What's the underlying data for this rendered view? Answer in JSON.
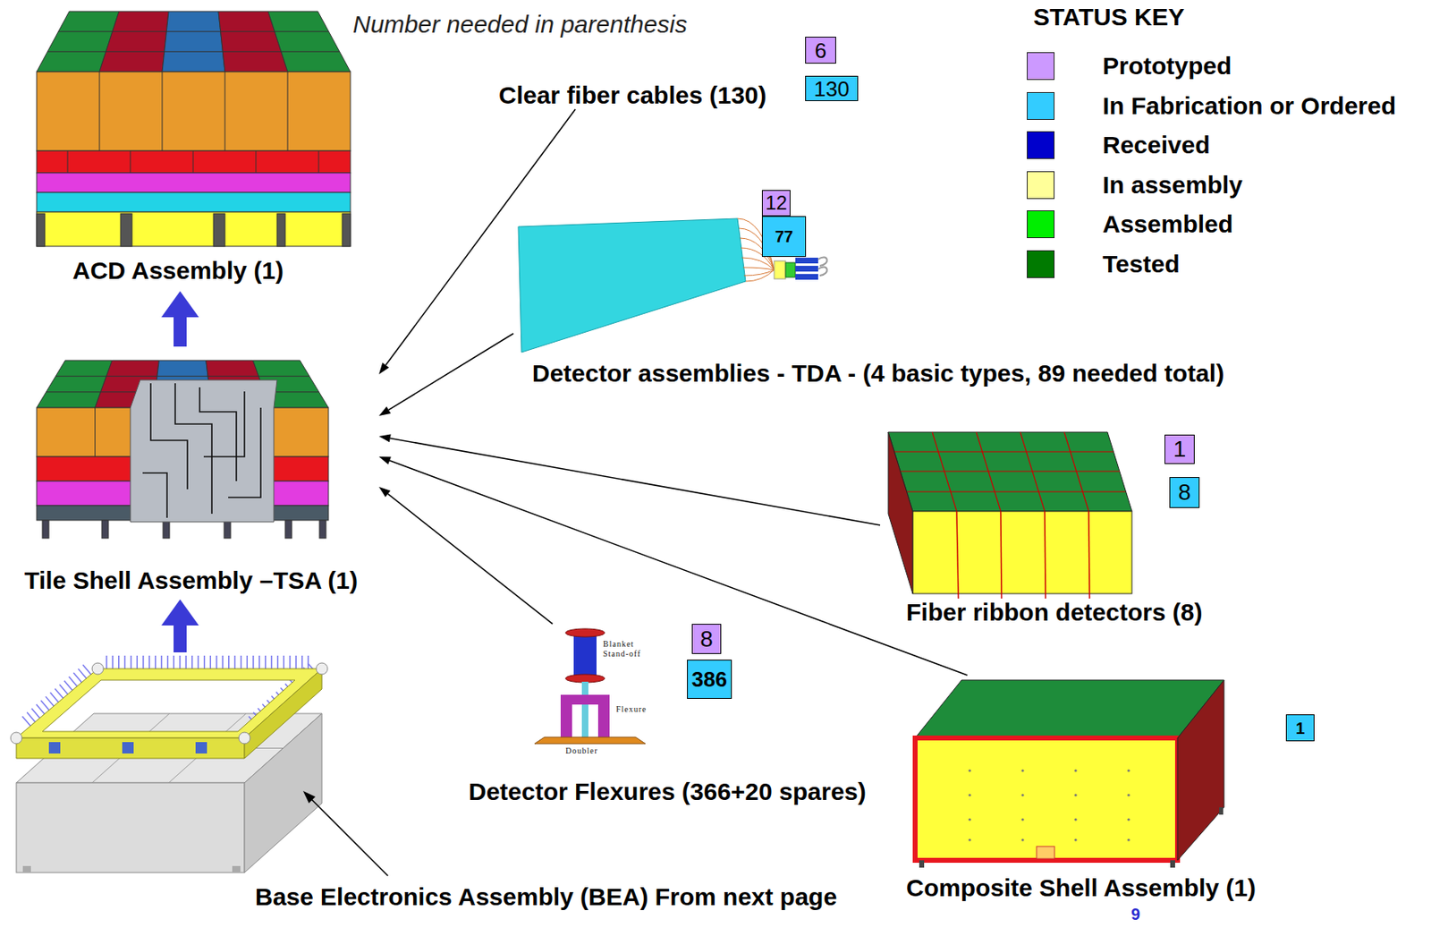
{
  "diagram": {
    "nodes": [
      {
        "text": [
          "ACD Assembly (1)"
        ]
      },
      {
        "text": [
          "6"
        ]
      },
      {
        "text": [
          "130"
        ]
      },
      {
        "text": [
          "Clear fiber cables (130)"
        ]
      },
      {
        "text": [
          "12"
        ]
      },
      {
        "text": [
          "77"
        ]
      },
      {
        "text": [
          "Detector assemblies - TDA - (4 basic types, 89 needed total)"
        ]
      },
      {
        "text": [
          "Tile Shell Assembly –TSA (1)"
        ]
      },
      {
        "text": [
          "1"
        ]
      },
      {
        "text": [
          "8"
        ]
      },
      {
        "text": [
          "Fiber ribbon detectors (8)"
        ]
      },
      {
        "text": [
          "8"
        ]
      },
      {
        "text": [
          "386"
        ]
      },
      {
        "text": [
          "Detector Flexures (366+20 spares)"
        ]
      },
      {
        "text": [
          "1"
        ]
      },
      {
        "text": [
          "Base Electronics Assembly (BEA) From next page"
        ]
      },
      {
        "text": [
          "Composite Shell Assembly (1)"
        ]
      }
    ],
    "edges": [
      {
        "from": 3,
        "to": 7,
        "arrow": "to"
      },
      {
        "from": 6,
        "to": 7,
        "arrow": "to"
      },
      {
        "from": 10,
        "to": 7,
        "arrow": "to"
      },
      {
        "from": 16,
        "to": 7,
        "arrow": "to"
      },
      {
        "from": 13,
        "to": 7,
        "arrow": "to"
      },
      {
        "from": 15,
        "to": 7,
        "arrow": "to"
      },
      {
        "from": 7,
        "to": 0,
        "arrow": "to"
      }
    ],
    "labels": [
      "Number needed in parenthesis",
      "STATUS KEY",
      "Blanket Stand-off",
      "Flexure",
      "Doubler",
      "9"
    ],
    "legend": [
      {
        "text": "Prototyped",
        "color": "#cc99ff"
      },
      {
        "text": "In Fabrication or Ordered",
        "color": "#33ccff"
      },
      {
        "text": "Received",
        "color": "#0000cc"
      },
      {
        "text": "In assembly",
        "color": "#ffff99"
      },
      {
        "text": "Assembled",
        "color": "#00ee00"
      },
      {
        "text": "Tested",
        "color": "#007a00"
      }
    ]
  }
}
